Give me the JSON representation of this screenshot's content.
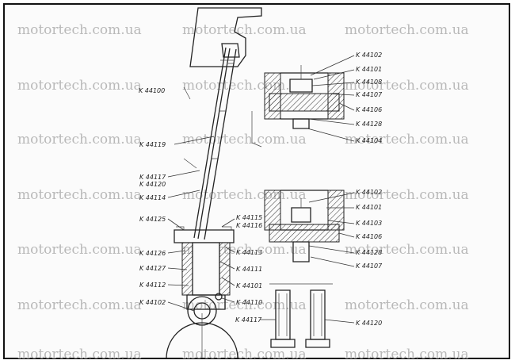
{
  "watermark": "motortech.com.ua",
  "labels": {
    "main_title": "K 44100",
    "left": [
      "K 44119",
      "K 44117",
      "K 44120",
      "K 44114",
      "K 44125",
      "K 44126",
      "K 44127",
      "K 44112",
      "K 44102"
    ],
    "right_mid": [
      "K 44115",
      "K 44116",
      "K 44113",
      "K 44111",
      "K 44101",
      "K 44110"
    ],
    "top_detail": [
      "K 44102",
      "K 44101",
      "K 44108",
      "K 44107",
      "K 44106",
      "K 44128",
      "K 44104"
    ],
    "mid_detail": [
      "K 44102",
      "K 44101",
      "K 44103",
      "K 44106",
      "K 44128",
      "K 44107"
    ],
    "bottom_detail": [
      "K 44117",
      "K 44120"
    ]
  }
}
